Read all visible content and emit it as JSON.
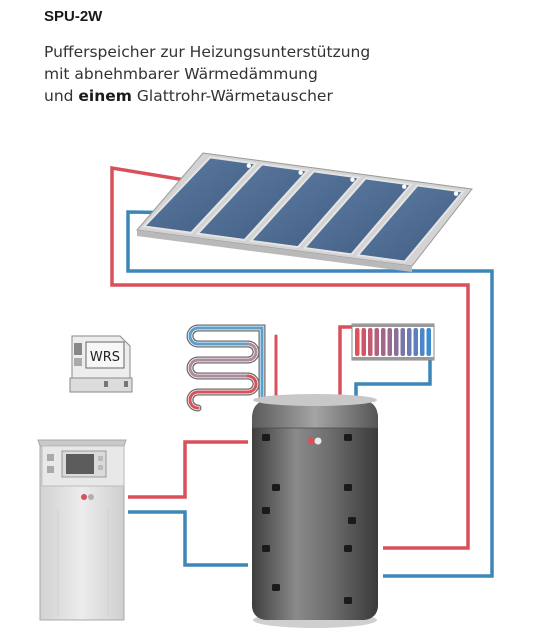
{
  "model": "SPU-2W",
  "description": {
    "line1": "Pufferspeicher zur Heizungsunterstützung",
    "line2": "mit abnehmbarer Wärmedämmung",
    "line3_prefix": "und ",
    "line3_bold": "einem",
    "line3_suffix": " Glattrohr-Wärmetauscher"
  },
  "controller_label": "WRS",
  "colors": {
    "hot_pipe": "#d9505b",
    "cold_pipe": "#3d86b8",
    "tank": "#5f5f5f",
    "solar_panel": "#4f6c92",
    "boiler": "#e3e3e3"
  },
  "icons": [
    "solar-collector-icon",
    "underfloor-heating-icon",
    "radiator-icon",
    "controller-icon",
    "boiler-icon",
    "buffer-tank-icon"
  ]
}
